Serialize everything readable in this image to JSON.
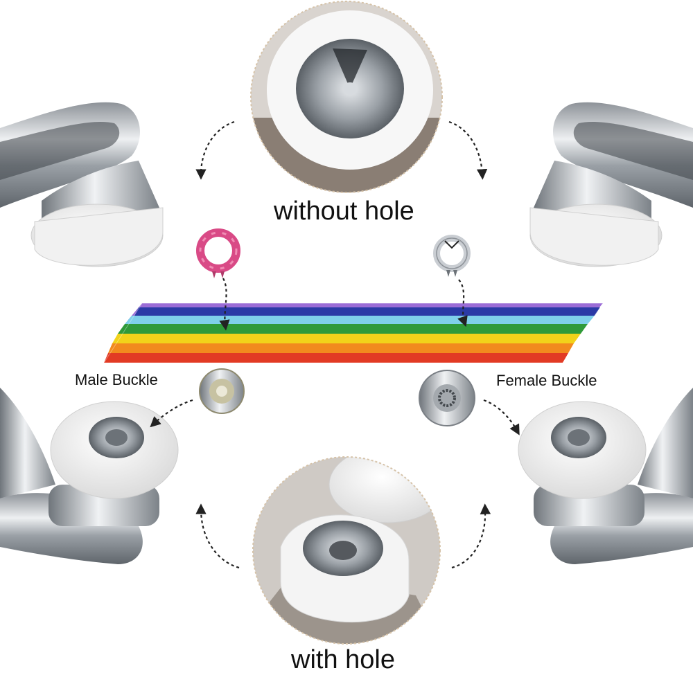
{
  "labels": {
    "top": "without hole",
    "bottom": "with hole",
    "male": "Male Buckle",
    "female": "Female Buckle"
  },
  "colors": {
    "ring_pink": "#d94a86",
    "metal": "#c9cdd2",
    "plastic": "#f4f4f4",
    "stripes": [
      "#9b6cd6",
      "#2b3aa6",
      "#7fd0ea",
      "#2f9a3a",
      "#f2d21a",
      "#f28a1e",
      "#e23a24"
    ]
  }
}
